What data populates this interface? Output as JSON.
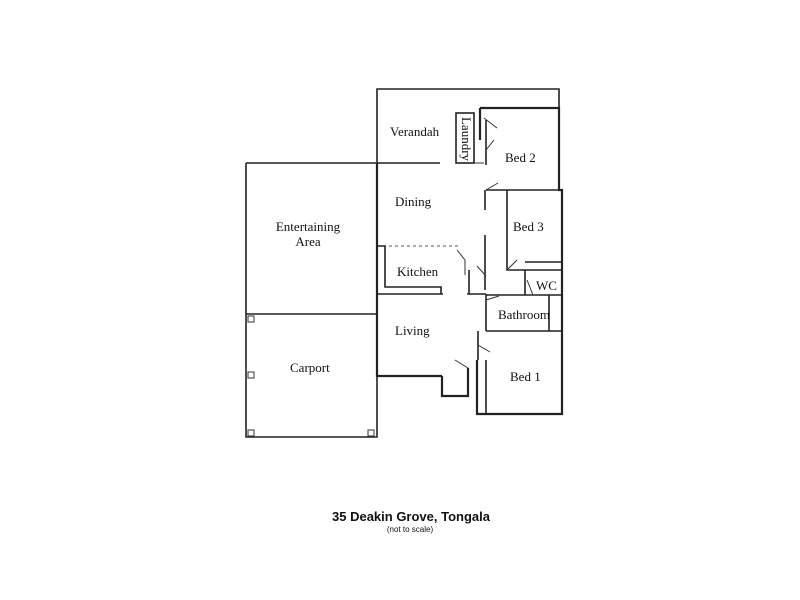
{
  "plan": {
    "caption": {
      "title": "35 Deakin Grove, Tongala",
      "subtitle": "(not to scale)"
    },
    "rooms": {
      "verandah": "Verandah",
      "laundry": "Laundry",
      "bed2": "Bed 2",
      "dining": "Dining",
      "bed3": "Bed 3",
      "entertaining_line1": "Entertaining",
      "entertaining_line2": "Area",
      "kitchen": "Kitchen",
      "wc": "WC",
      "bathroom": "Bathroom",
      "living": "Living",
      "carport": "Carport",
      "bed1": "Bed 1"
    }
  }
}
